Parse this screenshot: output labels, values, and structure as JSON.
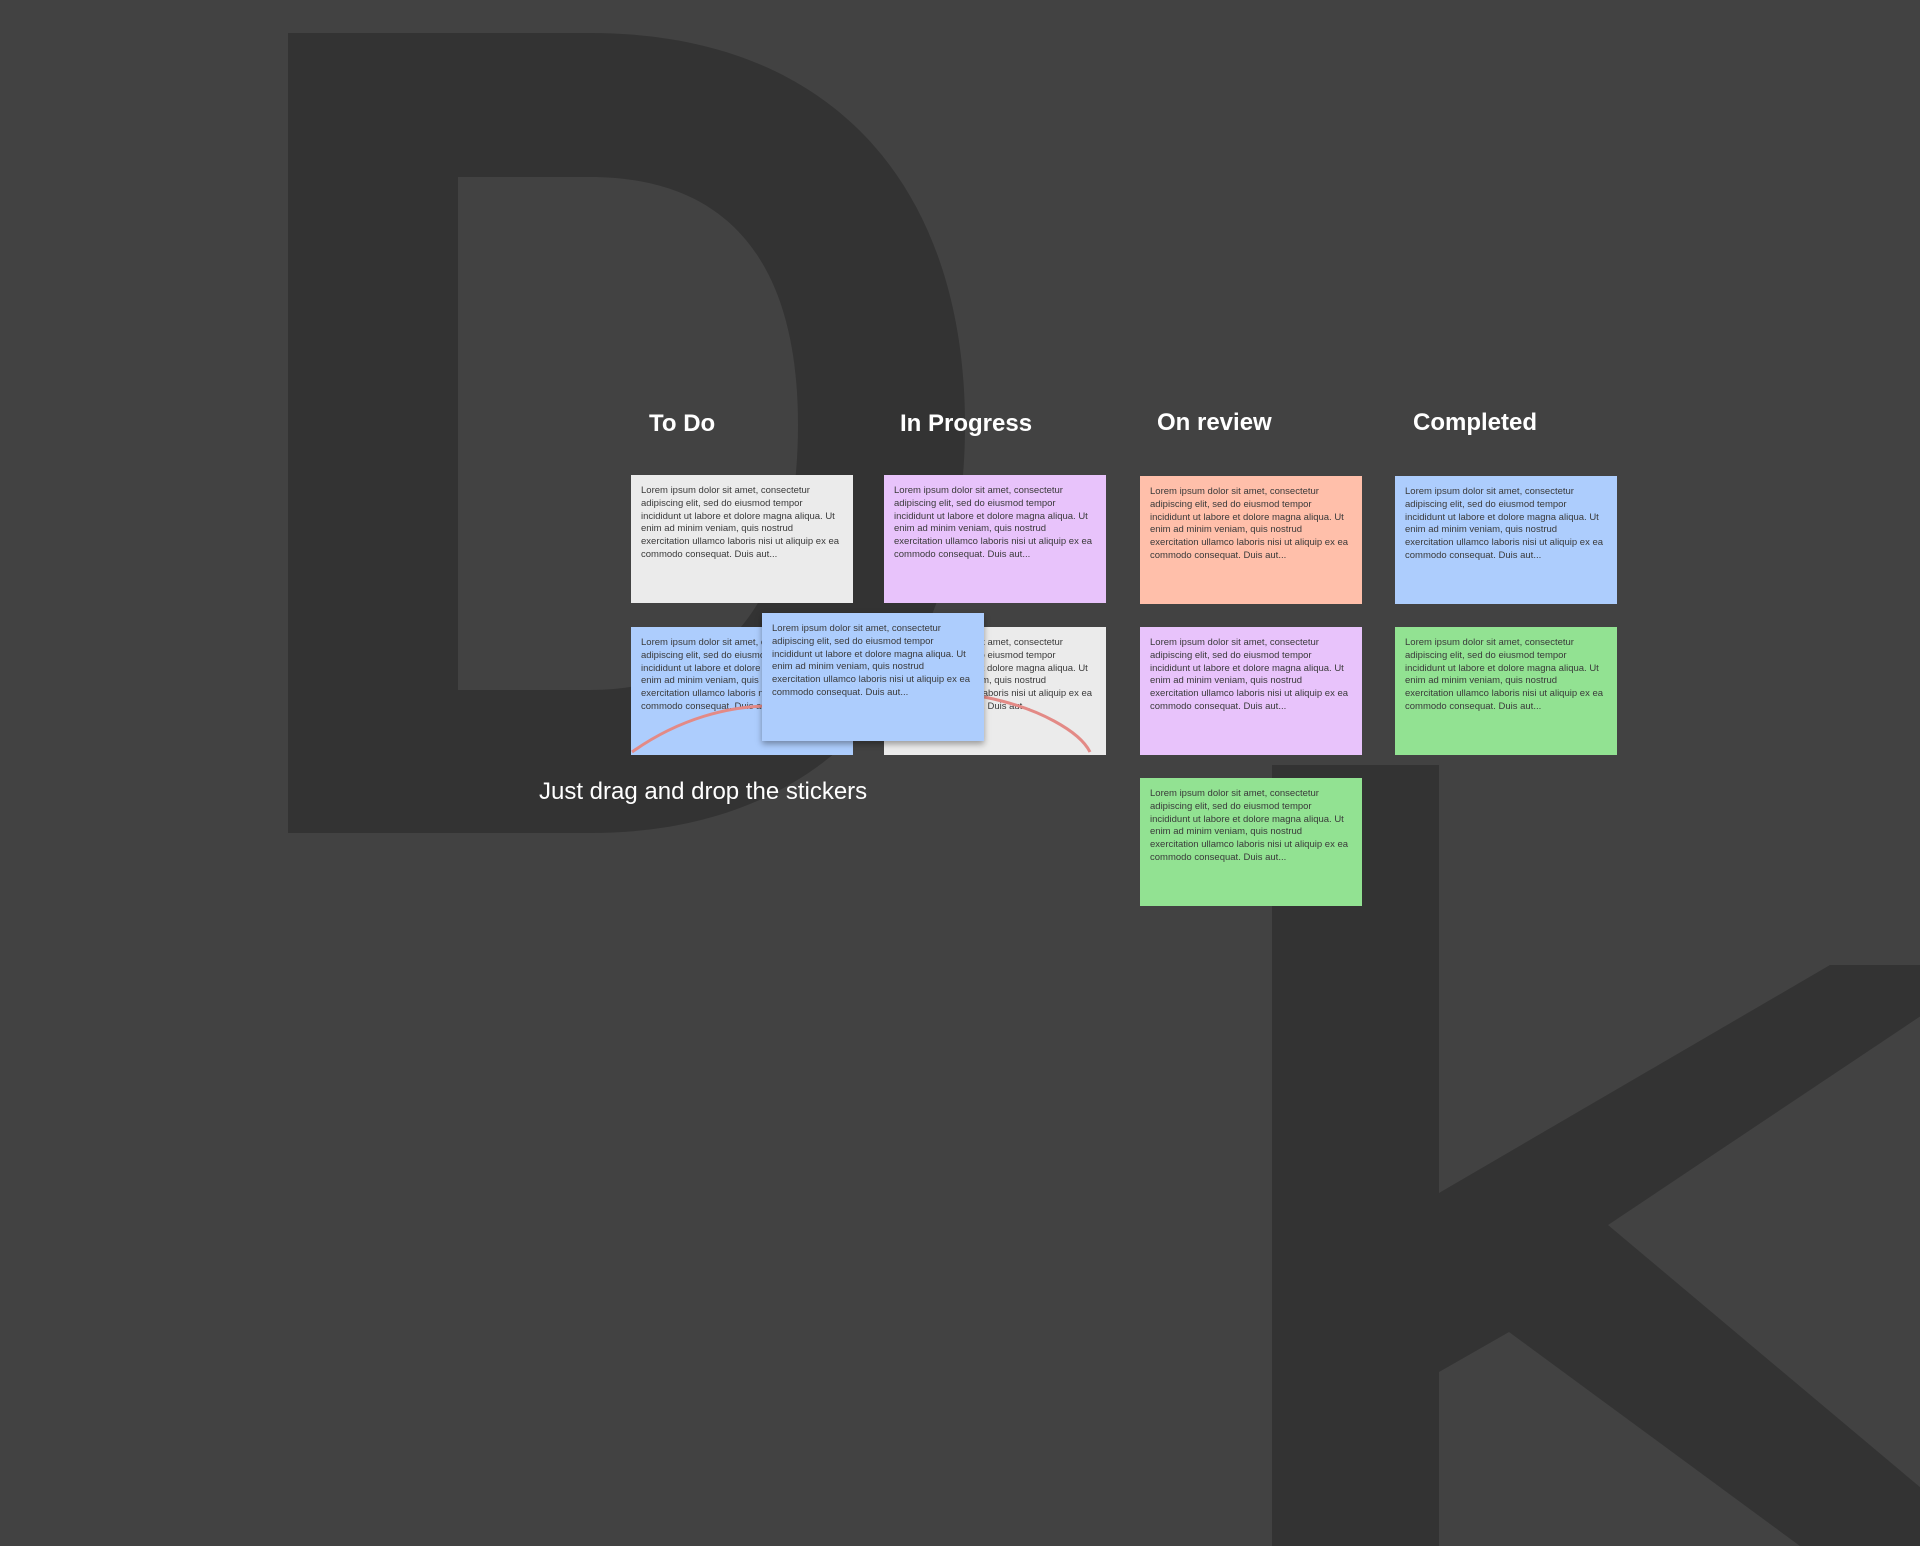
{
  "background": {
    "color": "#424242",
    "letter_color": "#333333",
    "letters": [
      "D",
      "K"
    ]
  },
  "columns": [
    {
      "title": "To Do"
    },
    {
      "title": "In Progress"
    },
    {
      "title": "On review"
    },
    {
      "title": "Completed"
    }
  ],
  "sticker_text": "Lorem ipsum dolor sit amet, consectetur adipiscing elit, sed do eiusmod tempor incididunt ut labore et dolore magna aliqua. Ut enim ad minim veniam, quis nostrud exercitation ullamco laboris nisi ut aliquip ex ea commodo consequat. Duis aut...",
  "sticker_colors": {
    "gray": "#ebebeb",
    "purple": "#e8c3fb",
    "peach": "#ffbfaa",
    "blue": "#adcdfd",
    "green": "#92e292"
  },
  "stickers": [
    {
      "column": "To Do",
      "color": "gray"
    },
    {
      "column": "To Do",
      "color": "blue"
    },
    {
      "column": "In Progress",
      "color": "purple"
    },
    {
      "column": "In Progress",
      "color": "gray"
    },
    {
      "column": "On review",
      "color": "peach"
    },
    {
      "column": "On review",
      "color": "purple"
    },
    {
      "column": "On review",
      "color": "green"
    },
    {
      "column": "Completed",
      "color": "blue"
    },
    {
      "column": "Completed",
      "color": "green"
    },
    {
      "column": "dragged",
      "color": "blue"
    }
  ],
  "drop_indicator_color": "#e38a86",
  "hint": "Just drag and drop the stickers"
}
